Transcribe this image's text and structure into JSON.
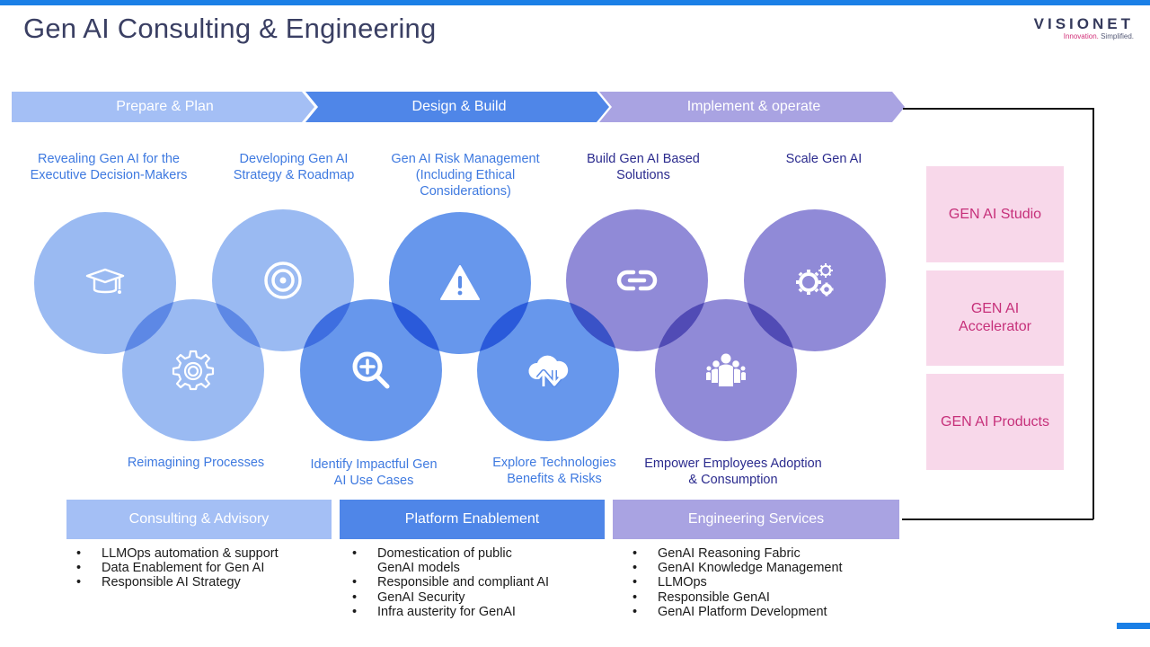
{
  "header": {
    "title": "Gen AI Consulting & Engineering",
    "logo": {
      "name": "VISIONET",
      "tagline_accent": "Innovation.",
      "tagline_rest": " Simplified."
    }
  },
  "colors": {
    "top_bar": "#1a7fe6",
    "phase_light_blue": "#a4bff5",
    "phase_blue": "#4f86e8",
    "phase_purple": "#a9a3e2",
    "product_bg": "#f8d8ea",
    "product_text": "#c6307a"
  },
  "phases": [
    {
      "label": "Prepare & Plan"
    },
    {
      "label": "Design & Build"
    },
    {
      "label": "Implement & operate"
    }
  ],
  "steps_top": [
    {
      "label": "Revealing Gen AI for the Executive Decision-Makers",
      "icon": "graduation-cap-icon"
    },
    {
      "label": "Developing Gen AI Strategy & Roadmap",
      "icon": "target-icon"
    },
    {
      "label": "Gen AI Risk Management (Including Ethical Considerations)",
      "icon": "warning-icon"
    },
    {
      "label": "Build Gen AI Based Solutions",
      "icon": "link-icon"
    },
    {
      "label": "Scale Gen AI",
      "icon": "gears-icon"
    }
  ],
  "steps_bottom": [
    {
      "label": "Reimagining Processes",
      "icon": "gear-icon"
    },
    {
      "label": "Identify Impactful Gen AI Use Cases",
      "icon": "zoom-in-icon"
    },
    {
      "label": "Explore Technologies Benefits & Risks",
      "icon": "cloud-sync-icon"
    },
    {
      "label": "Empower Employees Adoption & Consumption",
      "icon": "team-icon"
    }
  ],
  "products": [
    {
      "label": "GEN AI Studio"
    },
    {
      "label": "GEN AI Accelerator"
    },
    {
      "label": "GEN AI Products"
    }
  ],
  "services": [
    {
      "title": "Consulting & Advisory",
      "items": [
        "LLMOps automation & support",
        "Data Enablement for Gen AI",
        "Responsible AI Strategy"
      ]
    },
    {
      "title": "Platform Enablement",
      "items": [
        "Domestication of public GenAI models",
        "Responsible and compliant AI",
        "GenAI Security",
        "Infra austerity for GenAI"
      ]
    },
    {
      "title": "Engineering Services",
      "items": [
        "GenAI Reasoning Fabric",
        "GenAI Knowledge Management",
        "LLMOps",
        "Responsible GenAI",
        "GenAI Platform Development"
      ]
    }
  ]
}
